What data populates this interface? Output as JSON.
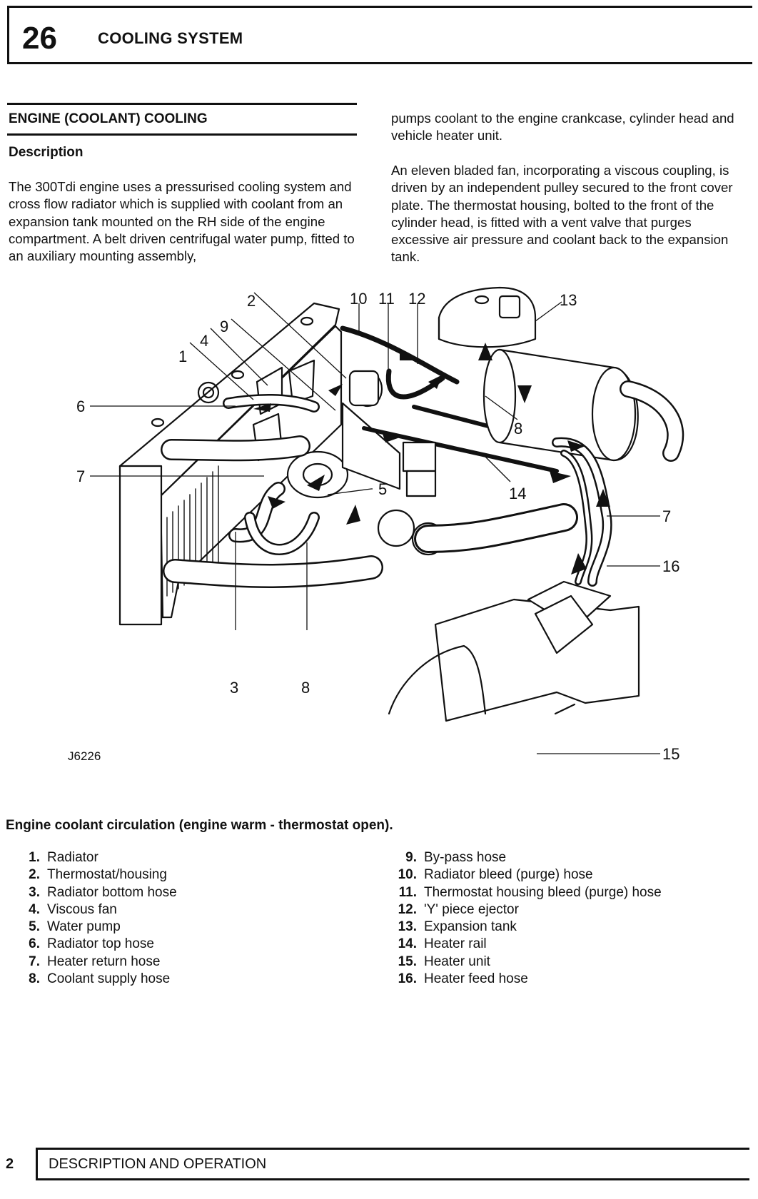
{
  "header": {
    "chapter": "26",
    "title": "COOLING SYSTEM"
  },
  "section": {
    "heading": "ENGINE (COOLANT) COOLING",
    "subheading": "Description",
    "paragraph1": "The 300Tdi engine uses a pressurised cooling system and cross flow radiator which is supplied with coolant from an expansion tank mounted on the RH side of the engine compartment. A belt driven centrifugal water pump, fitted to an auxiliary mounting assembly,",
    "paragraph1_cont": "pumps coolant to the engine crankcase, cylinder head and vehicle heater unit.",
    "paragraph2": "An eleven bladed fan, incorporating a viscous coupling, is driven by an independent pulley secured to the front cover plate. The thermostat housing, bolted to the front of the cylinder head, is fitted with a vent valve that purges excessive air pressure and coolant back to the expansion tank."
  },
  "figure": {
    "id": "J6226",
    "caption": "Engine coolant circulation (engine warm - thermostat open).",
    "callouts": {
      "c1": "1",
      "c2": "2",
      "c3": "3",
      "c4": "4",
      "c5": "5",
      "c6": "6",
      "c7a": "7",
      "c7b": "7",
      "c8a": "8",
      "c8b": "8",
      "c9": "9",
      "c10": "10",
      "c11": "11",
      "c12": "12",
      "c13": "13",
      "c14": "14",
      "c15": "15",
      "c16": "16"
    }
  },
  "legend": {
    "left": [
      {
        "num": "1.",
        "label": "Radiator"
      },
      {
        "num": "2.",
        "label": "Thermostat/housing"
      },
      {
        "num": "3.",
        "label": "Radiator bottom hose"
      },
      {
        "num": "4.",
        "label": "Viscous fan"
      },
      {
        "num": "5.",
        "label": "Water pump"
      },
      {
        "num": "6.",
        "label": "Radiator top hose"
      },
      {
        "num": "7.",
        "label": "Heater return hose"
      },
      {
        "num": "8.",
        "label": "Coolant supply hose"
      }
    ],
    "right": [
      {
        "num": "9.",
        "label": "By-pass hose"
      },
      {
        "num": "10.",
        "label": "Radiator bleed (purge) hose"
      },
      {
        "num": "11.",
        "label": "Thermostat housing bleed (purge) hose"
      },
      {
        "num": "12.",
        "label": "'Y' piece ejector"
      },
      {
        "num": "13.",
        "label": "Expansion tank"
      },
      {
        "num": "14.",
        "label": "Heater rail"
      },
      {
        "num": "15.",
        "label": "Heater unit"
      },
      {
        "num": "16.",
        "label": "Heater feed hose"
      }
    ]
  },
  "footer": {
    "page": "2",
    "section": "DESCRIPTION AND OPERATION"
  }
}
